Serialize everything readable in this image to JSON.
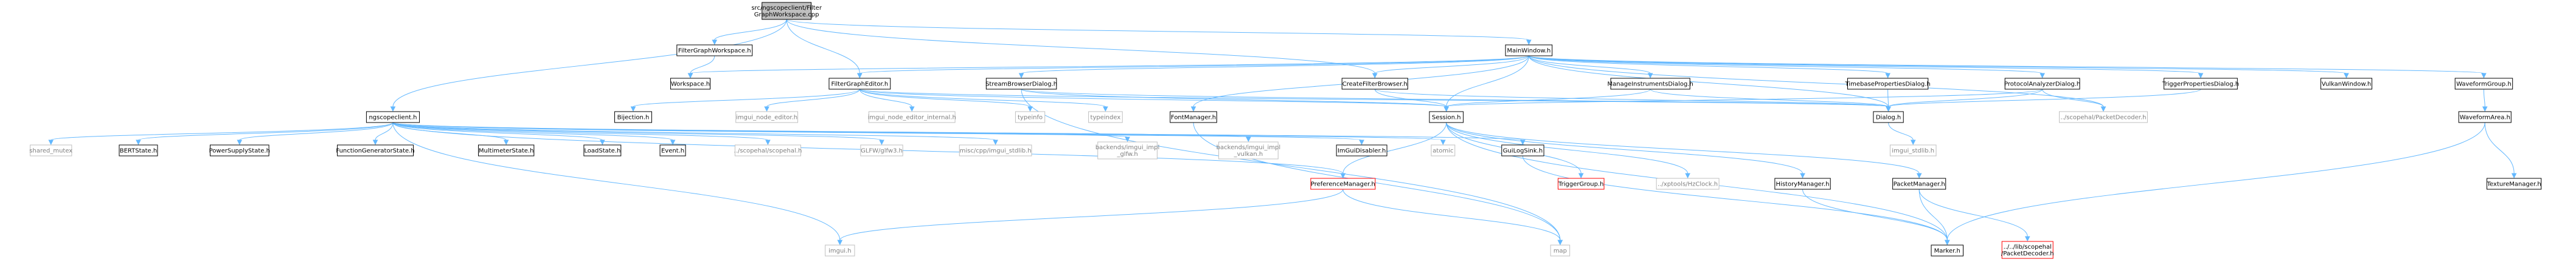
{
  "colors": {
    "edge": "#63b8ff",
    "normal_border": "#000000",
    "normal_fill": "#ffffff",
    "external_border": "#bfbfbf",
    "external_text": "#7f7f7f",
    "missing_border": "#ff0000",
    "root_fill": "#bfbfbf"
  },
  "nodes": [
    {
      "id": "root",
      "lines": [
        "src/ngscopeclient/Filter",
        "GraphWorkspace.cpp"
      ],
      "style": "root"
    },
    {
      "id": "FilterGraphWorkspace_h",
      "lines": [
        "FilterGraphWorkspace.h"
      ],
      "style": "normal"
    },
    {
      "id": "MainWindow_h",
      "lines": [
        "MainWindow.h"
      ],
      "style": "normal"
    },
    {
      "id": "Workspace_h",
      "lines": [
        "Workspace.h"
      ],
      "style": "normal"
    },
    {
      "id": "FilterGraphEditor_h",
      "lines": [
        "FilterGraphEditor.h"
      ],
      "style": "normal"
    },
    {
      "id": "StreamBrowserDialog_h",
      "lines": [
        "StreamBrowserDialog.h"
      ],
      "style": "normal"
    },
    {
      "id": "CreateFilterBrowser_h",
      "lines": [
        "CreateFilterBrowser.h"
      ],
      "style": "normal"
    },
    {
      "id": "ManageInstrumentsDialog_h",
      "lines": [
        "ManageInstrumentsDialog.h"
      ],
      "style": "normal"
    },
    {
      "id": "TimebasePropertiesDialog_h",
      "lines": [
        "TimebasePropertiesDialog.h"
      ],
      "style": "normal"
    },
    {
      "id": "ProtocolAnalyzerDialog_h",
      "lines": [
        "ProtocolAnalyzerDialog.h"
      ],
      "style": "normal"
    },
    {
      "id": "TriggerPropertiesDialog_h",
      "lines": [
        "TriggerPropertiesDialog.h"
      ],
      "style": "normal"
    },
    {
      "id": "VulkanWindow_h",
      "lines": [
        "VulkanWindow.h"
      ],
      "style": "normal"
    },
    {
      "id": "WaveformGroup_h",
      "lines": [
        "WaveformGroup.h"
      ],
      "style": "normal"
    },
    {
      "id": "Bijection_h",
      "lines": [
        "Bijection.h"
      ],
      "style": "normal"
    },
    {
      "id": "imgui_node_editor_h",
      "lines": [
        "imgui_node_editor.h"
      ],
      "style": "external"
    },
    {
      "id": "imgui_node_editor_internal_h",
      "lines": [
        "imgui_node_editor_internal.h"
      ],
      "style": "external"
    },
    {
      "id": "typeinfo",
      "lines": [
        "typeinfo"
      ],
      "style": "external"
    },
    {
      "id": "typeindex",
      "lines": [
        "typeindex"
      ],
      "style": "external"
    },
    {
      "id": "FontManager_h",
      "lines": [
        "FontManager.h"
      ],
      "style": "normal"
    },
    {
      "id": "Session_h",
      "lines": [
        "Session.h"
      ],
      "style": "normal"
    },
    {
      "id": "Dialog_h",
      "lines": [
        "Dialog.h"
      ],
      "style": "normal"
    },
    {
      "id": "PacketDecoder_rel",
      "lines": [
        "../scopehal/PacketDecoder.h"
      ],
      "style": "external"
    },
    {
      "id": "WaveformArea_h",
      "lines": [
        "WaveformArea.h"
      ],
      "style": "normal"
    },
    {
      "id": "ngscopeclient_h",
      "lines": [
        "ngscopeclient.h"
      ],
      "style": "normal"
    },
    {
      "id": "shared_mutex",
      "lines": [
        "shared_mutex"
      ],
      "style": "external"
    },
    {
      "id": "BERTState_h",
      "lines": [
        "BERTState.h"
      ],
      "style": "normal"
    },
    {
      "id": "PowerSupplyState_h",
      "lines": [
        "PowerSupplyState.h"
      ],
      "style": "normal"
    },
    {
      "id": "FunctionGeneratorState_h",
      "lines": [
        "FunctionGeneratorState.h"
      ],
      "style": "normal"
    },
    {
      "id": "MultimeterState_h",
      "lines": [
        "MultimeterState.h"
      ],
      "style": "normal"
    },
    {
      "id": "LoadState_h",
      "lines": [
        "LoadState.h"
      ],
      "style": "normal"
    },
    {
      "id": "Event_h",
      "lines": [
        "Event.h"
      ],
      "style": "normal"
    },
    {
      "id": "scopehal_h",
      "lines": [
        "../scopehal/scopehal.h"
      ],
      "style": "external"
    },
    {
      "id": "glfw3_h",
      "lines": [
        "GLFW/glfw3.h"
      ],
      "style": "external"
    },
    {
      "id": "imgui_stdlib_misc",
      "lines": [
        "misc/cpp/imgui_stdlib.h"
      ],
      "style": "external"
    },
    {
      "id": "imgui_impl_glfw",
      "lines": [
        "backends/imgui_impl",
        "_glfw.h"
      ],
      "style": "external"
    },
    {
      "id": "imgui_impl_vulkan",
      "lines": [
        "backends/imgui_impl",
        "_vulkan.h"
      ],
      "style": "external"
    },
    {
      "id": "ImGuiDisabler_h",
      "lines": [
        "ImGuiDisabler.h"
      ],
      "style": "normal"
    },
    {
      "id": "atomic",
      "lines": [
        "atomic"
      ],
      "style": "external"
    },
    {
      "id": "GuiLogSink_h",
      "lines": [
        "GuiLogSink.h"
      ],
      "style": "normal"
    },
    {
      "id": "PreferenceManager_h",
      "lines": [
        "PreferenceManager.h"
      ],
      "style": "missing"
    },
    {
      "id": "TriggerGroup_h",
      "lines": [
        "TriggerGroup.h"
      ],
      "style": "missing"
    },
    {
      "id": "HzClock_h",
      "lines": [
        "../xptools/HzClock.h"
      ],
      "style": "external"
    },
    {
      "id": "HistoryManager_h",
      "lines": [
        "HistoryManager.h"
      ],
      "style": "normal"
    },
    {
      "id": "PacketManager_h",
      "lines": [
        "PacketManager.h"
      ],
      "style": "normal"
    },
    {
      "id": "imgui_stdlib_h",
      "lines": [
        "imgui_stdlib.h"
      ],
      "style": "external"
    },
    {
      "id": "TextureManager_h",
      "lines": [
        "TextureManager.h"
      ],
      "style": "normal"
    },
    {
      "id": "imgui_h",
      "lines": [
        "imgui.h"
      ],
      "style": "external"
    },
    {
      "id": "map",
      "lines": [
        "map"
      ],
      "style": "external"
    },
    {
      "id": "Marker_h",
      "lines": [
        "Marker.h"
      ],
      "style": "normal"
    },
    {
      "id": "PacketDecoder_lib",
      "lines": [
        "../../lib/scopehal",
        "/PacketDecoder.h"
      ],
      "style": "missing"
    }
  ]
}
